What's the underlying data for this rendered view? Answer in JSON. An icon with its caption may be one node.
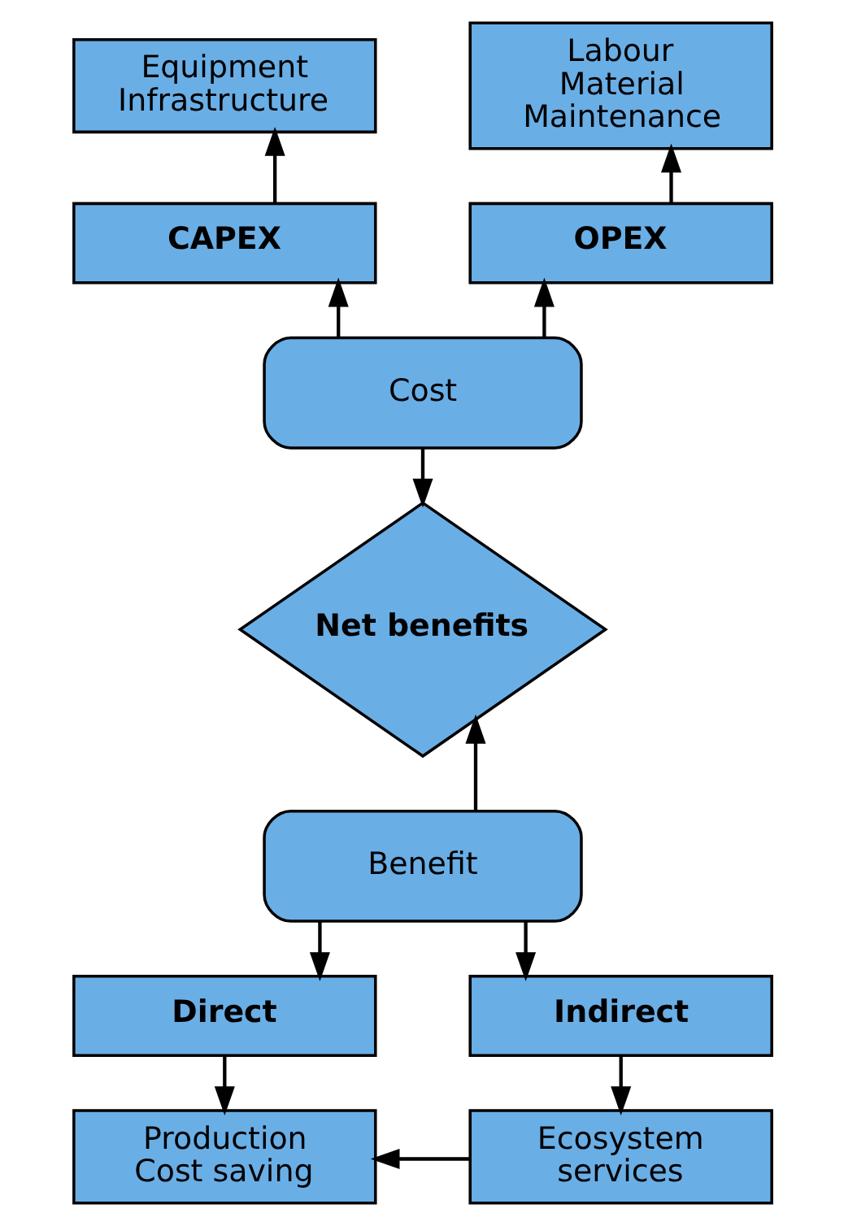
{
  "diagram": {
    "nodes": [
      {
        "text": [
          "Equipment Infrastructure"
        ]
      },
      {
        "text": [
          "Labour Material Maintenance"
        ]
      },
      {
        "text": [
          "CAPEX"
        ]
      },
      {
        "text": [
          "OPEX"
        ]
      },
      {
        "text": [
          "Cost"
        ]
      },
      {
        "text": [
          "Net benefits"
        ]
      },
      {
        "text": [
          "Benefit"
        ]
      },
      {
        "text": [
          "Direct"
        ]
      },
      {
        "text": [
          "Indirect"
        ]
      },
      {
        "text": [
          "Production Cost saving"
        ]
      },
      {
        "text": [
          "Ecosystem services"
        ]
      }
    ],
    "edges": [
      {
        "from": 2,
        "to": 0,
        "arrow": "to"
      },
      {
        "from": 3,
        "to": 1,
        "arrow": "to"
      },
      {
        "from": 4,
        "to": 2,
        "arrow": "to"
      },
      {
        "from": 4,
        "to": 3,
        "arrow": "to"
      },
      {
        "from": 4,
        "to": 5,
        "arrow": "to"
      },
      {
        "from": 6,
        "to": 5,
        "arrow": "to"
      },
      {
        "from": 6,
        "to": 7,
        "arrow": "to"
      },
      {
        "from": 6,
        "to": 8,
        "arrow": "to"
      },
      {
        "from": 7,
        "to": 9,
        "arrow": "to"
      },
      {
        "from": 8,
        "to": 10,
        "arrow": "to"
      },
      {
        "from": 10,
        "to": 9,
        "arrow": "to"
      }
    ]
  }
}
